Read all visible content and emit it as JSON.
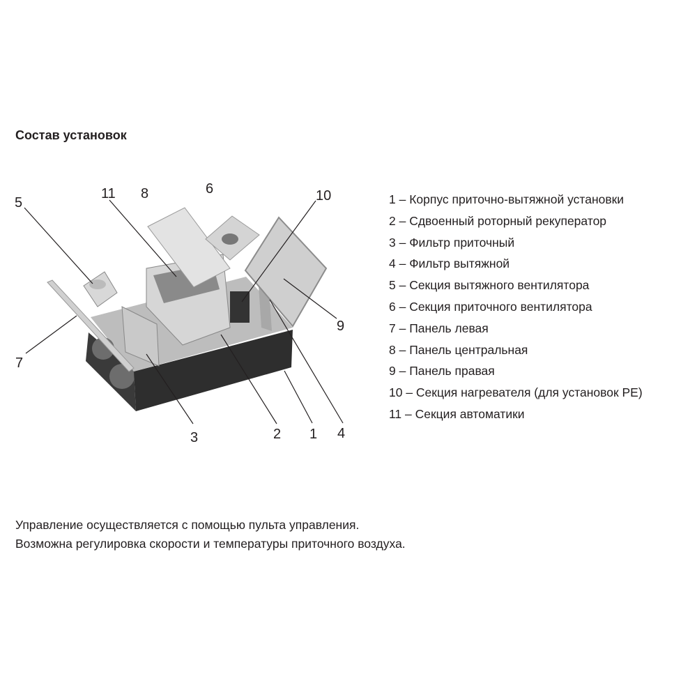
{
  "title": "Состав установок",
  "diagram": {
    "callouts": [
      "1",
      "2",
      "3",
      "4",
      "5",
      "6",
      "7",
      "8",
      "9",
      "10",
      "11"
    ]
  },
  "legend": [
    "1 – Корпус приточно-вытяжной установки",
    "2 – Сдвоенный роторный рекуператор",
    "3 – Фильтр приточный",
    "4 – Фильтр вытяжной",
    "5 – Секция вытяжного вентилятора",
    "6 – Секция приточного вентилятора",
    "7 – Панель левая",
    "8 – Панель центральная",
    "9 – Панель правая",
    "10 – Секция нагревателя (для установок PE)",
    "11 – Секция автоматики"
  ],
  "notes": [
    "Управление осуществляется с помощью пульта управления.",
    "Возможна регулировка скорости и температуры приточного воздуха."
  ]
}
